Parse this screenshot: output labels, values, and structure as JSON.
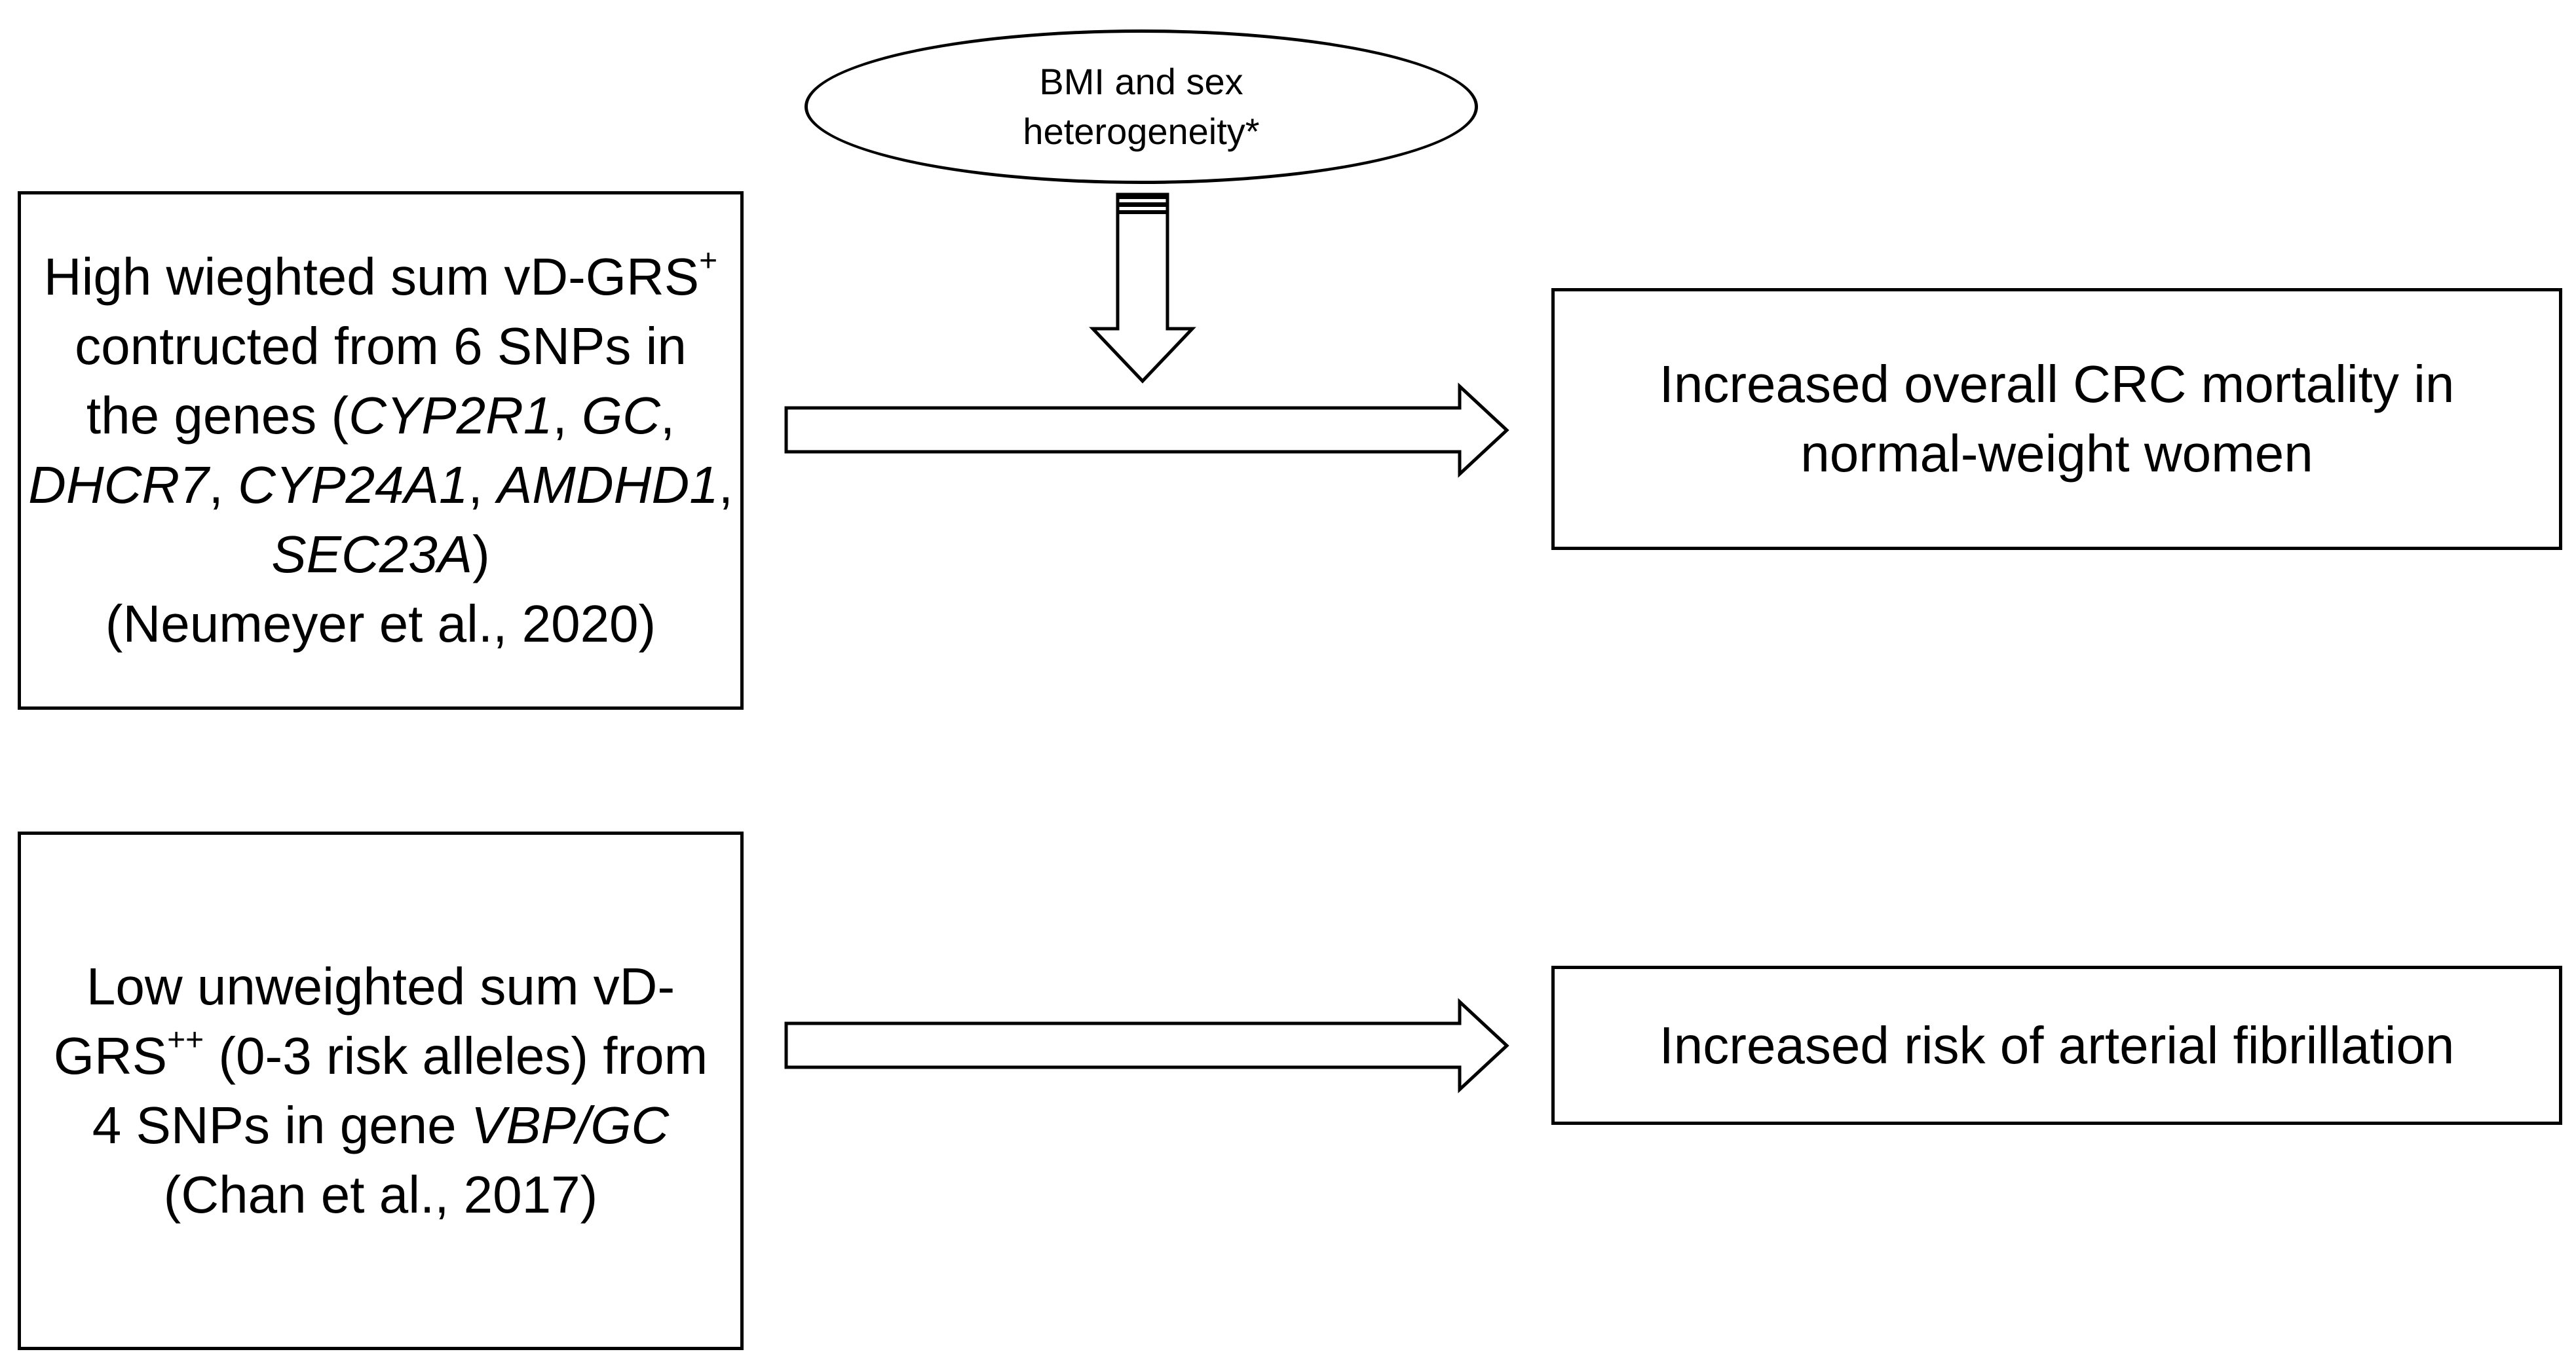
{
  "moderator": {
    "line1": "BMI and sex",
    "line2": "heterogeneity*"
  },
  "exposure_1": {
    "line1_a": "High wieghted sum vD-GRS",
    "line1_sup": "+",
    "line2": "contructed from 6 SNPs in",
    "line3_a": "the genes (",
    "line3_gene1": "CYP2R1",
    "line3_sep1": ", ",
    "line3_gene2": "GC",
    "line3_sep2": ",",
    "line4_gene3": "DHCR7",
    "line4_sep1": ", ",
    "line4_gene4": "CYP24A1",
    "line4_sep2": ", ",
    "line4_gene5": "AMDHD1",
    "line4_sep3": ",",
    "line5_gene6": "SEC23A",
    "line5_close": ")",
    "citation": "(Neumeyer et al., 2020)"
  },
  "exposure_2": {
    "line1": "Low unweighted sum vD-",
    "line2_a": "GRS",
    "line2_sup": "++",
    "line2_b": " (0-3 risk alleles) from",
    "line3_a": "4 SNPs in gene ",
    "line3_gene": "VBP/GC",
    "citation": "(Chan et al., 2017)"
  },
  "outcome_1": {
    "line1": "Increased overall CRC mortality in",
    "line2": "normal-weight women"
  },
  "outcome_2": {
    "line1": "Increased risk of arterial fibrillation"
  },
  "colors": {
    "stroke": "#000000",
    "background": "#ffffff"
  }
}
